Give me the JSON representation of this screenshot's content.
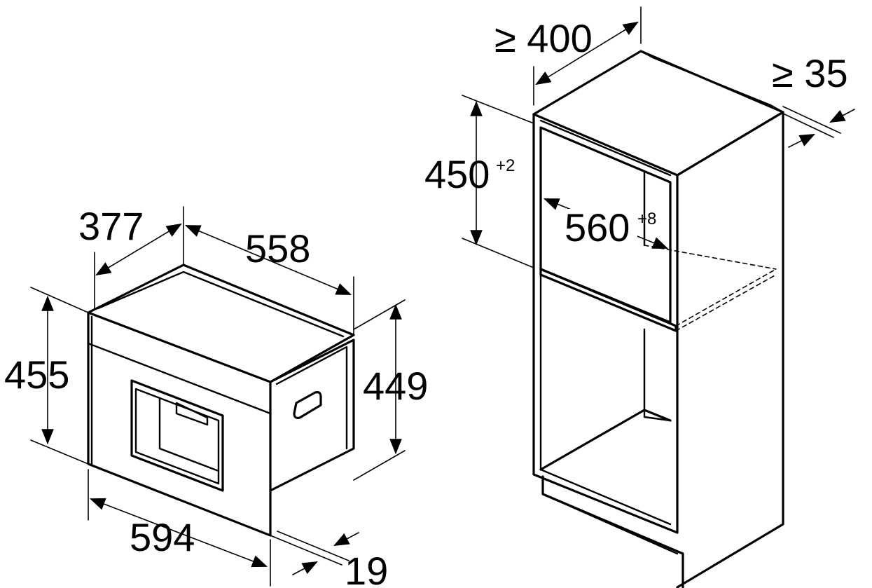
{
  "appliance": {
    "depth_label": "377",
    "width_label": "558",
    "height_label": "455",
    "body_height_label": "449",
    "front_width_label": "594",
    "front_depth_label": "19"
  },
  "niche": {
    "depth_label": "≥ 400",
    "gap_label": "≥ 35",
    "height_label": "450",
    "height_tolerance": "+2",
    "width_label": "560",
    "width_tolerance": "+8"
  }
}
